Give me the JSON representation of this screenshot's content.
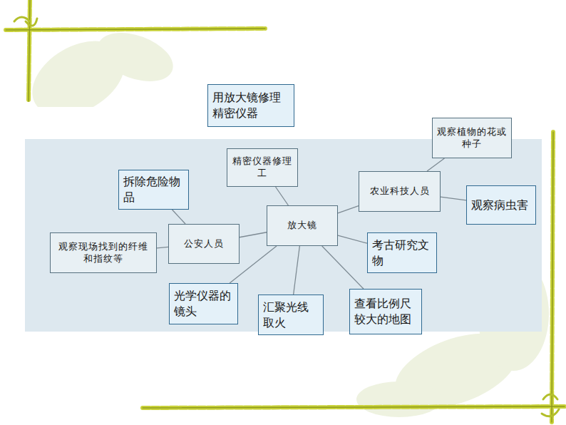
{
  "diagram": {
    "nodes": [
      {
        "text": [
          "用放大镜修理精密仪器"
        ]
      },
      {
        "text": [
          "精密仪器修理工"
        ]
      },
      {
        "text": [
          "观察植物的花或种子"
        ]
      },
      {
        "text": [
          "拆除危险物品"
        ]
      },
      {
        "text": [
          "农业科技人员"
        ]
      },
      {
        "text": [
          "观察病虫害"
        ]
      },
      {
        "text": [
          "放大镜"
        ]
      },
      {
        "text": [
          "公安人员"
        ]
      },
      {
        "text": [
          "观察现场找到的纤维和指纹等"
        ]
      },
      {
        "text": [
          "考古研究文物"
        ]
      },
      {
        "text": [
          "光学仪器的镜头"
        ]
      },
      {
        "text": [
          "汇聚光线取火"
        ]
      },
      {
        "text": [
          "查看比例尺较大的地图"
        ]
      }
    ],
    "edges": [
      {
        "from": 6,
        "to": 1,
        "arrow": "none"
      },
      {
        "from": 6,
        "to": 4,
        "arrow": "none"
      },
      {
        "from": 6,
        "to": 7,
        "arrow": "none"
      },
      {
        "from": 6,
        "to": 9,
        "arrow": "none"
      },
      {
        "from": 6,
        "to": 10,
        "arrow": "none"
      },
      {
        "from": 6,
        "to": 11,
        "arrow": "none"
      },
      {
        "from": 6,
        "to": 12,
        "arrow": "none"
      },
      {
        "from": 7,
        "to": 3,
        "arrow": "none"
      },
      {
        "from": 7,
        "to": 8,
        "arrow": "none"
      },
      {
        "from": 4,
        "to": 2,
        "arrow": "none"
      },
      {
        "from": 4,
        "to": 5,
        "arrow": "none"
      }
    ]
  }
}
